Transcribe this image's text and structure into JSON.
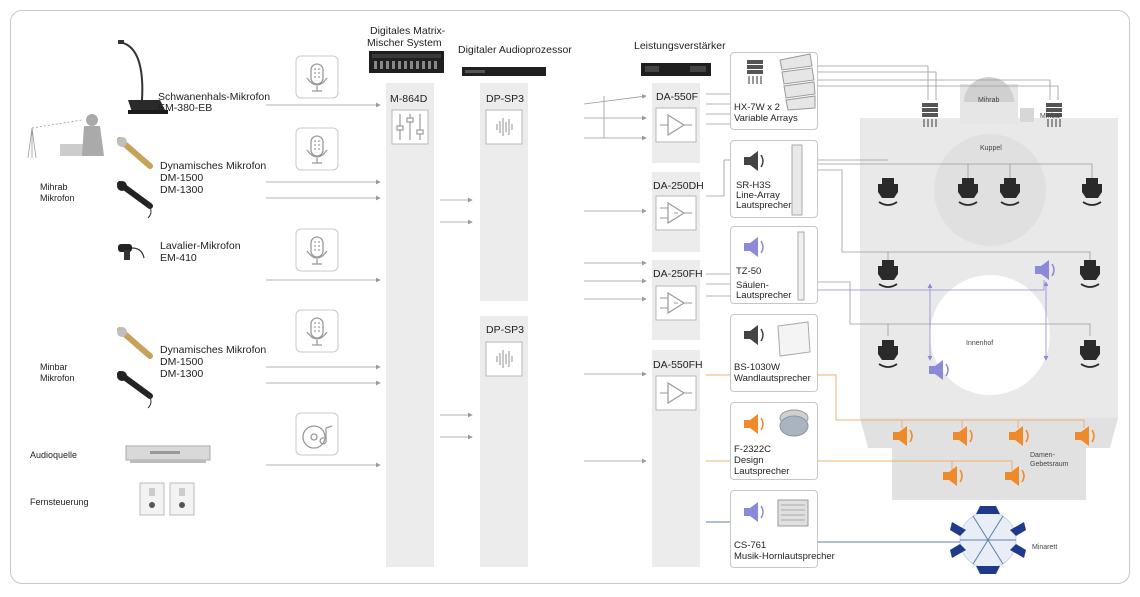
{
  "headers": {
    "matrix": [
      "Digitales Matrix-",
      "Mischer System"
    ],
    "processor": "Digitaler Audioprozessor",
    "amplifier": "Leistungsverstärker"
  },
  "sources": {
    "gooseneck": [
      "Schwanenhals-Mikrofon",
      "EM-380-EB"
    ],
    "mihrab_group": [
      "Mihrab",
      "Mikrofon"
    ],
    "dynamic1": [
      "Dynamisches Mikrofon",
      "DM-1500",
      "DM-1300"
    ],
    "lavalier": [
      "Lavalier-Mikrofon",
      "EM-410"
    ],
    "minbar_group": [
      "Minbar",
      "Mikrofon"
    ],
    "dynamic2": [
      "Dynamisches Mikrofon",
      "DM-1500",
      "DM-1300"
    ],
    "audio_source": "Audioquelle",
    "remote": "Fernsteuerung"
  },
  "devices": {
    "matrix": "M-864D",
    "processor1": "DP-SP3",
    "processor2": "DP-SP3",
    "amp1": "DA-550F",
    "amp2": "DA-250DH",
    "amp3": "DA-250FH",
    "amp4": "DA-550FH"
  },
  "speakers": {
    "hx7w": [
      "HX-7W x 2",
      "Variable Arrays"
    ],
    "srh3s": [
      "SR-H3S",
      "Line-Array",
      "Lautsprecher"
    ],
    "tz50": [
      "TZ-50",
      "Säulen-",
      "Lautsprecher"
    ],
    "bs1030w": [
      "BS-1030W",
      "Wandlautsprecher"
    ],
    "f2322c": [
      "F-2322C",
      "Design",
      "Lautsprecher"
    ],
    "cs761": [
      "CS-761",
      "Musik-Hornlautsprecher"
    ]
  },
  "floorplan": {
    "mihrab": "Mihrab",
    "minbar": "Minbar",
    "kuppel": "Kuppel",
    "innenhof": "Innenhof",
    "damen": [
      "Damen-",
      "Gebetsraum"
    ],
    "minarett": "Minarett"
  },
  "colors": {
    "line": "#9a9a9a",
    "blue_line": "#5f7fb0",
    "orange_line": "#f0b070",
    "purple": "#8c8ad8",
    "orange": "#ef8a2a",
    "navy": "#1f3a8a",
    "column": "#ececec",
    "floor": "#e9e9e9"
  }
}
